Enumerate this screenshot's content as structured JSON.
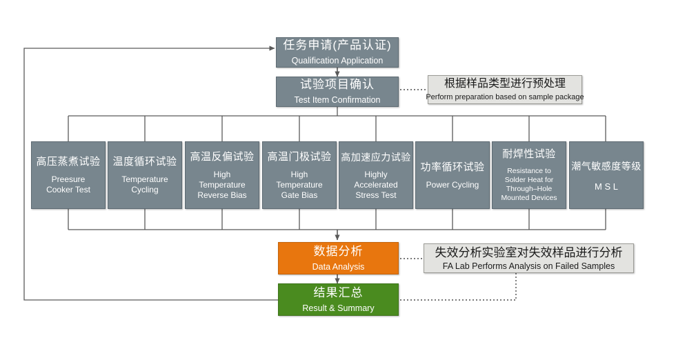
{
  "diagram": {
    "title": "Qualification Test Flow",
    "colors": {
      "node_gray": "#78868e",
      "node_orange": "#e8760e",
      "node_green": "#4a8b1f",
      "note_bg": "#e3e3e0",
      "line": "#595959",
      "background": "#ffffff"
    }
  },
  "flow": {
    "start": {
      "zh": "任务申请(产品认证)",
      "en": "Qualification Application"
    },
    "confirm": {
      "zh": "试验项目确认",
      "en": "Test Item Confirmation"
    },
    "analysis": {
      "zh": "数据分析",
      "en": "Data Analysis"
    },
    "summary": {
      "zh": "结果汇总",
      "en": "Result & Summary"
    }
  },
  "notes": {
    "prep": {
      "zh": "根据样品类型进行预处理",
      "en": "Perform preparation based on sample package"
    },
    "fa_lab": {
      "zh": "失效分析实验室对失效样品进行分析",
      "en": "FA Lab Performs Analysis on Failed Samples"
    }
  },
  "tests": [
    {
      "zh": "高压蒸煮试验",
      "en": "Preesure\nCooker Test"
    },
    {
      "zh": "温度循环试验",
      "en": "Temperature\nCycling"
    },
    {
      "zh": "高温反偏试验",
      "en": "High\nTemperature\nReverse Bias"
    },
    {
      "zh": "高温门极试验",
      "en": "High\nTemperature\nGate Bias"
    },
    {
      "zh": "高加速应力试验",
      "en": "Highly\nAccelerated\nStress Test"
    },
    {
      "zh": "功率循环试验",
      "en": "Power Cycling"
    },
    {
      "zh": "耐焊性试验",
      "en": "Resistance to\nSolder Heat  for\nThrough–Hole\nMounted Devices"
    },
    {
      "zh": "潮气敏感度等级",
      "en": "M S L"
    }
  ]
}
